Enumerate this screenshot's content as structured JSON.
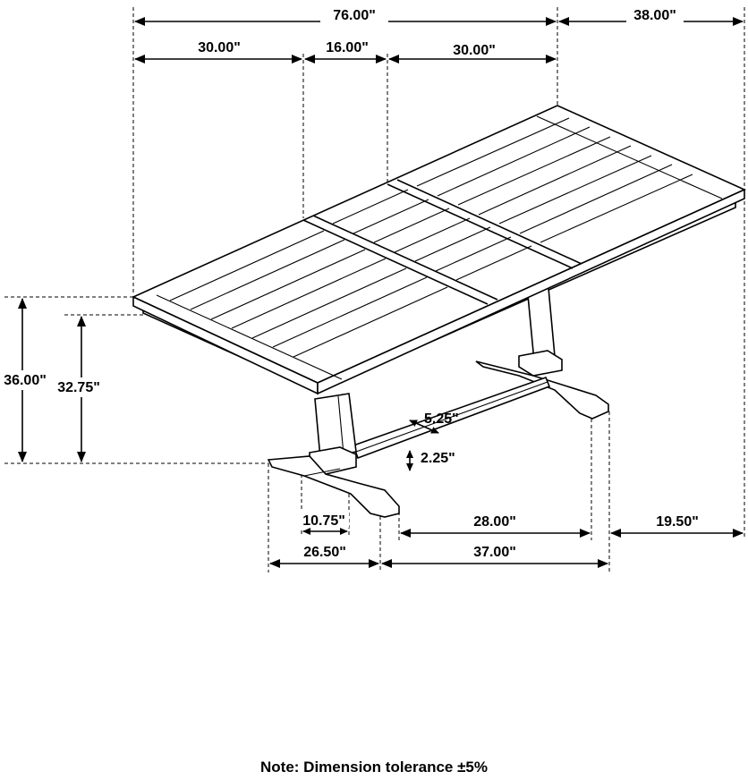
{
  "dimensions": {
    "total_length": "76.00\"",
    "total_width": "38.00\"",
    "left_section": "30.00\"",
    "leaf": "16.00\"",
    "right_section": "30.00\"",
    "total_height": "36.00\"",
    "apron_height": "32.75\"",
    "stretcher_width": "5.25\"",
    "stretcher_height": "2.25\"",
    "pedestal_width": "10.75\"",
    "between_bases": "28.00\"",
    "top_overhang": "19.50\"",
    "base_length": "26.50\"",
    "base_span": "37.00\""
  },
  "note": "Note: Dimension tolerance ±5%"
}
